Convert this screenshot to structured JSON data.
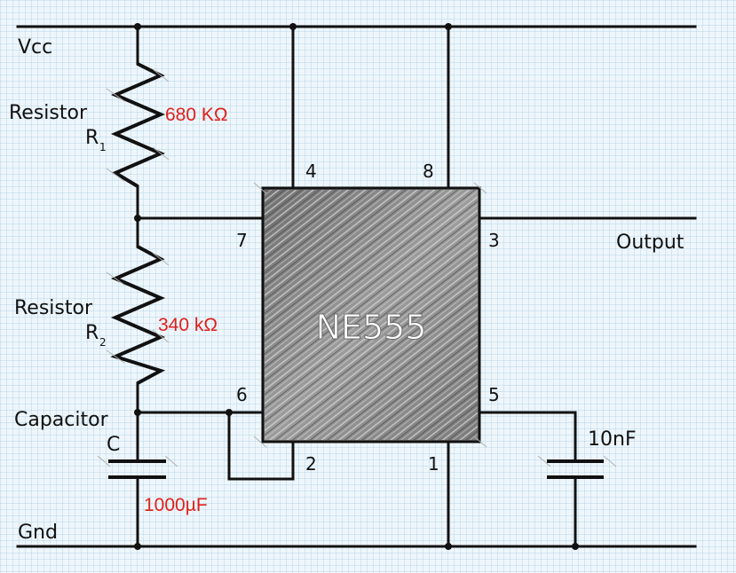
{
  "labels": {
    "vcc": "Vcc",
    "gnd": "Gnd",
    "output": "Output",
    "r1_name": "Resistor",
    "r1_sub": "R",
    "r1_subscript": "1",
    "r1_value": "680 KΩ",
    "r2_name": "Resistor",
    "r2_sub": "R",
    "r2_subscript": "2",
    "r2_value": "340 kΩ",
    "cap_name": "Capacitor",
    "cap_symbol": "C",
    "cap_value": "1000µF",
    "cap2_value": "10nF",
    "chip_name": "NE555"
  },
  "pins": {
    "p1": "1",
    "p2": "2",
    "p3": "3",
    "p4": "4",
    "p5": "5",
    "p6": "6",
    "p7": "7",
    "p8": "8"
  },
  "colors": {
    "value_text": "#e0201b",
    "wire": "#111111",
    "chip_fill": "#8a8a8a",
    "background": "#eef6fb"
  }
}
